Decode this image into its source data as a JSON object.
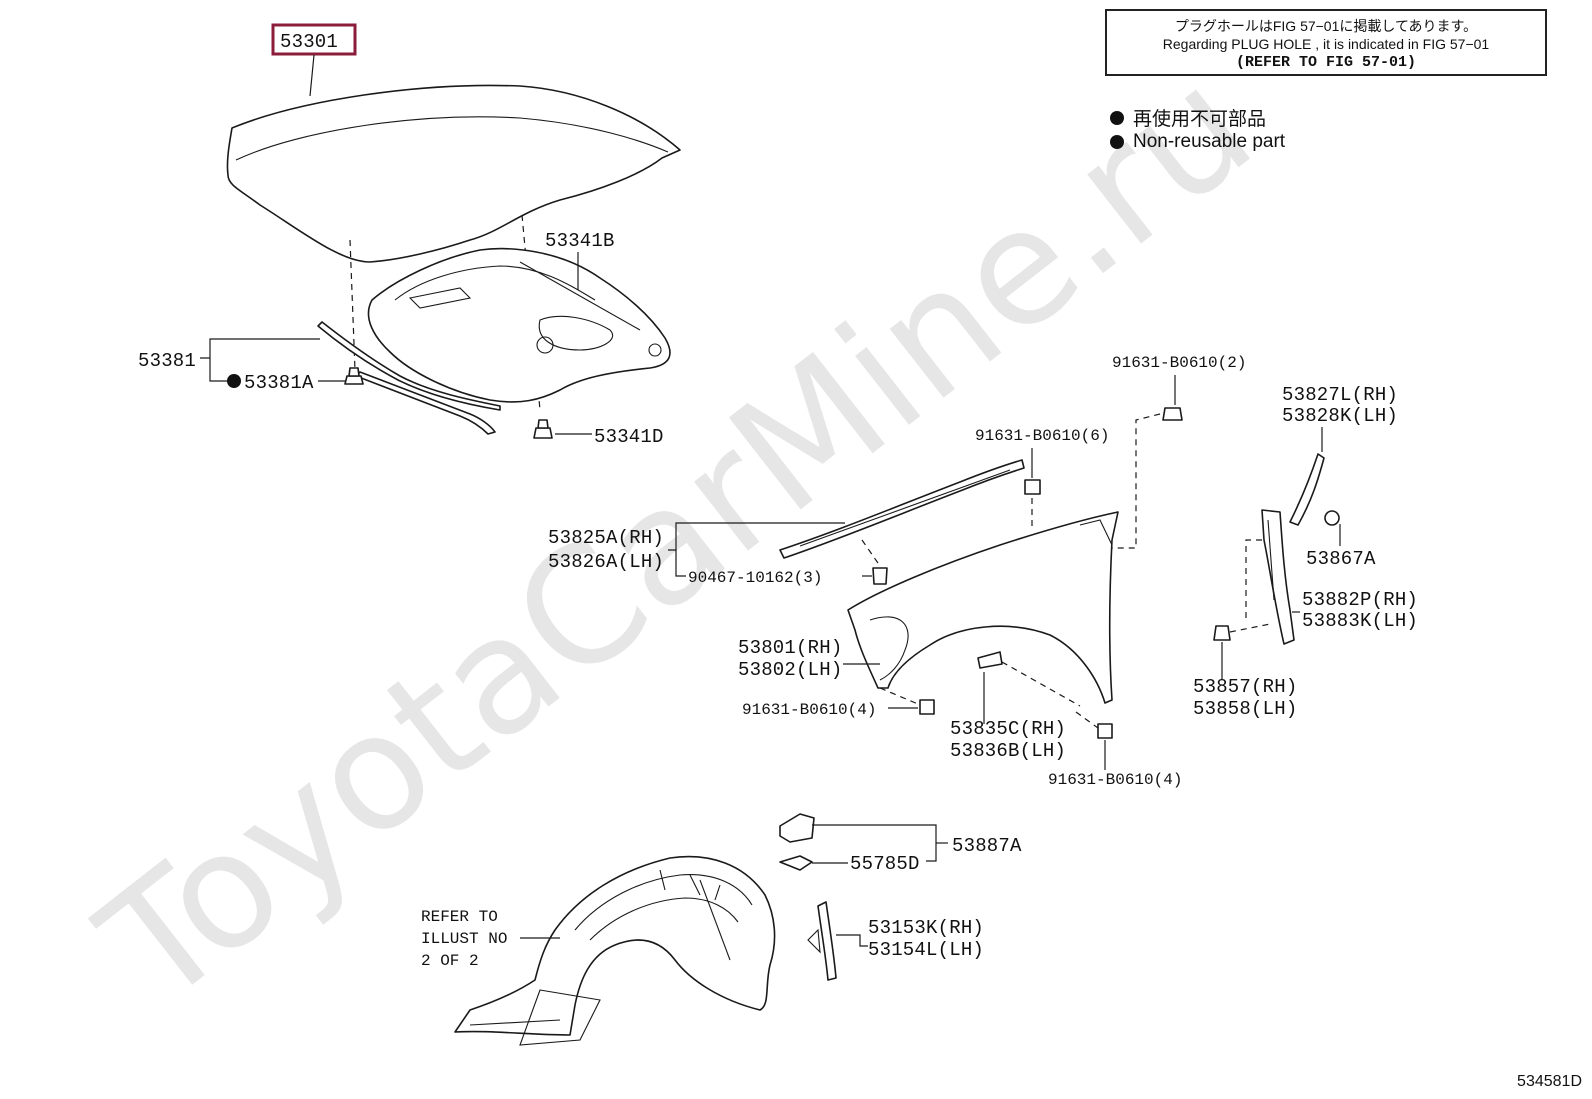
{
  "watermark": "ToyotaCarMine.ru",
  "note": {
    "line_jp": "プラグホールはFIG  57−01に掲載してあります。",
    "line_en": "Regarding  PLUG  HOLE , it is indicated in FIG  57−01",
    "line_ref": "(REFER  TO  FIG  57-01)"
  },
  "legend": {
    "jp": "再使用不可部品",
    "en": "Non-reusable part"
  },
  "figure_id": "534581D",
  "parts": {
    "p53301": "53301",
    "p53341B": "53341B",
    "p53381": "53381",
    "p53381A": "53381A",
    "p53341D": "53341D",
    "p91631_2": "91631-B0610(2)",
    "p91631_6": "91631-B0610(6)",
    "p53827L": "53827L(RH)",
    "p53828K": "53828K(LH)",
    "p53825A": "53825A(RH)",
    "p53826A": "53826A(LH)",
    "p90467": "90467-10162(3)",
    "p53867A": "53867A",
    "p53882P": "53882P(RH)",
    "p53883K": "53883K(LH)",
    "p53801": "53801(RH)",
    "p53802": "53802(LH)",
    "p53857": "53857(RH)",
    "p53858": "53858(LH)",
    "p91631_4a": "91631-B0610(4)",
    "p53835C": "53835C(RH)",
    "p53836B": "53836B(LH)",
    "p91631_4b": "91631-B0610(4)",
    "p53887A": "53887A",
    "p55785D": "55785D",
    "p53153K": "53153K(RH)",
    "p53154L": "53154L(LH)",
    "refer1": "REFER TO",
    "refer2": "ILLUST NO",
    "refer3": "2 OF 2"
  }
}
